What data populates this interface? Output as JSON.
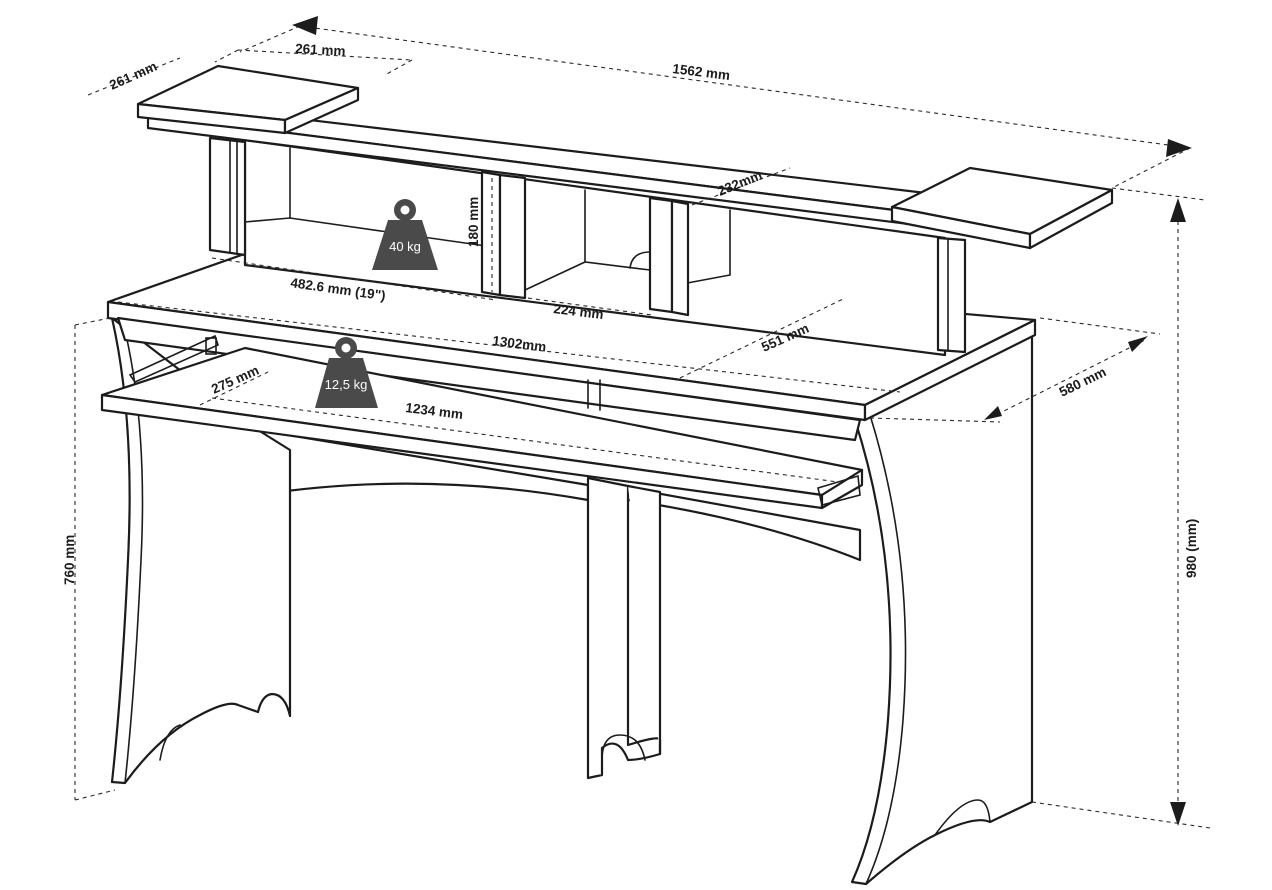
{
  "dimensions": {
    "shelf_depth": "261 mm",
    "shelf_width": "261 mm",
    "total_width": "1562 mm",
    "riser_depth": "232mm",
    "rack_height": "180 mm",
    "rack_width": "482.6 mm (19\")",
    "compartment_width": "224 mm",
    "desk_depth_inner": "551 mm",
    "desk_width": "1302mm",
    "desk_depth": "580 mm",
    "tray_depth": "275 mm",
    "tray_width": "1234 mm",
    "desk_height": "760 mm",
    "total_height": "980 (mm)"
  },
  "weights": {
    "rack_load": "40 kg",
    "tray_load": "12,5 kg"
  },
  "colors": {
    "line": "#1c1c1c",
    "weight_icon": "#4a4a4a"
  }
}
